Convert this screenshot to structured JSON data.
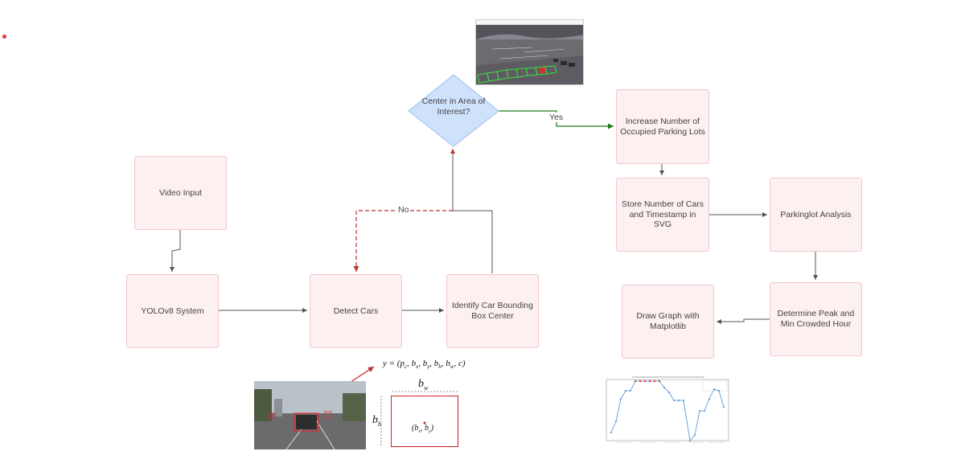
{
  "nodes": {
    "video_input": "Video Input",
    "yolo": "YOLOv8 System",
    "detect": "Detect Cars",
    "identify": "Identify Car Bounding Box Center",
    "decision": "Center in Area of Interest?",
    "increase": "Increase Number of Occupied Parking Lots",
    "store": "Store Number of Cars and Timestamp in SVG",
    "analysis": "Parkinglot Analysis",
    "peak": "Determine Peak and Min Crowded Hour",
    "graph": "Draw Graph with Matplotlib"
  },
  "edge_labels": {
    "yes": "Yes",
    "no": "No"
  },
  "formula": {
    "y": "y = (p",
    "rest": ", b",
    "bw": "b",
    "bh": "b",
    "center": "(b"
  },
  "colors": {
    "node_fill": "#fdf0f1",
    "node_border": "#f2c7cd",
    "decision_fill": "#cfe2fb",
    "yes_edge": "#1a7a1a",
    "no_edge": "#b33333",
    "edge": "#555555"
  }
}
